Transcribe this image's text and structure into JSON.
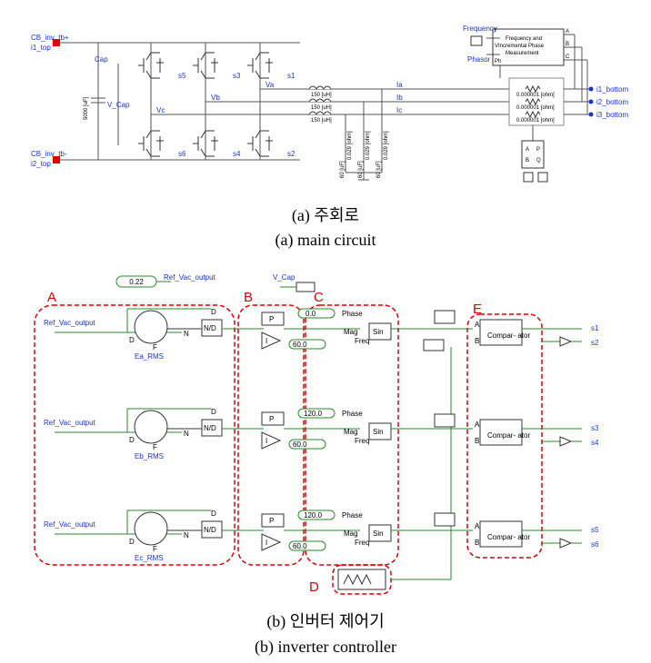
{
  "captions": {
    "a_korean": "(a) 주회로",
    "a_english": "(a) main circuit",
    "b_korean": "(b) 인버터 제어기",
    "b_english": "(b) inverter controller"
  },
  "main_circuit": {
    "terminals": [
      "CB_inv_tb+",
      "i1_top",
      "CB_inv_tb-",
      "i2_top"
    ],
    "dc_link": {
      "cap_label": "Cap",
      "cap_value": "5000 [uF]",
      "meter": "V_Cap"
    },
    "switches": [
      "s5",
      "s3",
      "s1",
      "s6",
      "s4",
      "s2"
    ],
    "phase_meters": [
      "Va",
      "Vb",
      "Vc",
      "Ia",
      "Ib",
      "Ic"
    ],
    "inductors": [
      "150 [uH]",
      "150 [uH]",
      "150 [uH]"
    ],
    "filter_resistors": [
      "0.029 [ohm]",
      "0.029 [ohm]",
      "0.029 [ohm]"
    ],
    "filter_caps": [
      "60 [uF]",
      "60 [uF]",
      "60 [uF]"
    ],
    "line_resistors": [
      "0.000001 [ohm]",
      "0.000001 [ohm]",
      "0.000001 [ohm]"
    ],
    "measurement_block": {
      "inputs": [
        "Frequency",
        "Phasor"
      ],
      "title_lines": [
        "Frequency and",
        "Incremental Phase",
        "Measurement"
      ],
      "pins": [
        "f",
        "V",
        "Ph",
        "A",
        "B",
        "C"
      ]
    },
    "power_block": {
      "letters": [
        "A",
        "B",
        "P",
        "Q"
      ],
      "pins": [
        "A",
        "B"
      ]
    },
    "outputs": [
      "i1_bottom",
      "i2_bottom",
      "i3_bottom"
    ]
  },
  "controller": {
    "ref_constant": "0.22",
    "ref_name": "Ref_Vac_output",
    "vcap_name": "V_Cap",
    "region_letters": [
      "A",
      "B",
      "C",
      "D",
      "E"
    ],
    "rows": [
      {
        "ref": "Ref_Vac_output",
        "rms": "Ea_RMS",
        "phase": "0.0",
        "freq": "60.0",
        "out_top": "s1",
        "out_bottom": "s2"
      },
      {
        "ref": "Ref_Vac_output",
        "rms": "Eb_RMS",
        "phase": "120.0",
        "freq": "60.0",
        "out_top": "s3",
        "out_bottom": "s4"
      },
      {
        "ref": "Ref_Vac_output",
        "rms": "Ec_RMS",
        "phase": "120.0",
        "freq": "60.0",
        "out_top": "s5",
        "out_bottom": "s6"
      }
    ],
    "block_text": {
      "sum_d": "D",
      "sum_f": "F",
      "nd": "N/D",
      "n": "N",
      "d": "D",
      "p": "P",
      "i": "I",
      "sin": "Sin",
      "phase": "Phase",
      "mag": "Mag",
      "freq": "Freq",
      "comp_a": "A",
      "comp_b": "B",
      "comparator": "Compar-\nator"
    }
  }
}
